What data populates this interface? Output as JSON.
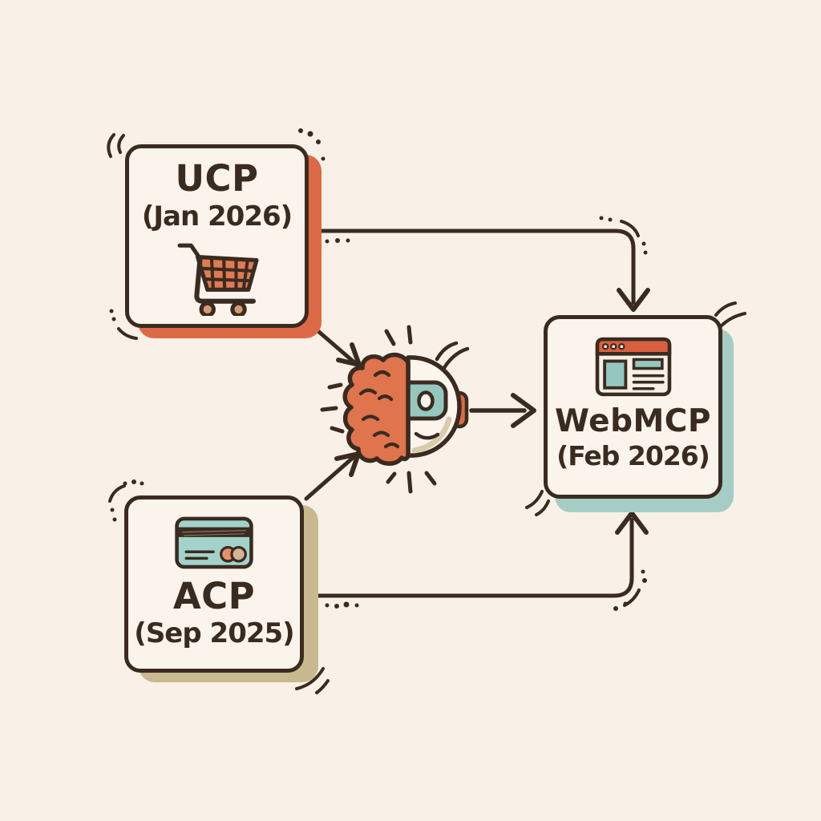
{
  "canvas": {
    "background_color": "#f9f1e8",
    "ink_color": "#3a2b20",
    "style": "hand-drawn-doodle-diagram"
  },
  "nodes": {
    "ucp": {
      "title": "UCP",
      "date": "(Jan 2026)",
      "icon": "shopping-cart-icon",
      "accent_color": "#dd6a47",
      "cart_fill": "#e07a52",
      "wheel_fill": "#d79a72"
    },
    "acp": {
      "title": "ACP",
      "date": "(Sep 2025)",
      "icon": "credit-card-icon",
      "accent_color": "#c8b98f",
      "card_fill": "#a2d2c9",
      "card_circle_left": "#e8906c",
      "card_circle_right": "#d4b493"
    },
    "webmcp": {
      "title": "WebMCP",
      "date": "(Feb 2026)",
      "icon": "browser-window-icon",
      "accent_color": "#a5cdc6",
      "browser_bar_color": "#d9603f",
      "browser_block_color": "#95c7be"
    },
    "agent": {
      "icon": "brain-robot-icon",
      "brain_color": "#e0744d",
      "visor_color": "#95c7be",
      "ear_color": "#dd6a47",
      "face_color": "#fbf5ee"
    }
  },
  "edges": [
    {
      "from": "UCP",
      "to": "WebMCP",
      "route": "elbow-top",
      "arrow": "down"
    },
    {
      "from": "UCP",
      "to": "agent",
      "route": "diagonal",
      "arrow": "down-right"
    },
    {
      "from": "ACP",
      "to": "agent",
      "route": "diagonal",
      "arrow": "up-right"
    },
    {
      "from": "agent",
      "to": "WebMCP",
      "route": "straight",
      "arrow": "right"
    },
    {
      "from": "ACP",
      "to": "WebMCP",
      "route": "elbow-bottom",
      "arrow": "up"
    }
  ]
}
